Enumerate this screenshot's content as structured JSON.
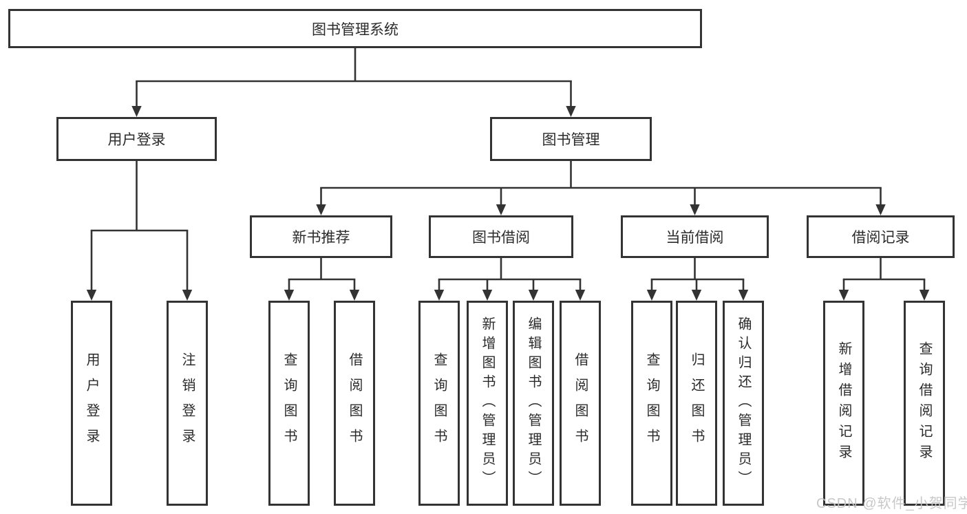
{
  "diagram": {
    "root": {
      "label": "图书管理系统"
    },
    "level2": [
      {
        "label": "用户登录"
      },
      {
        "label": "图书管理"
      }
    ],
    "level3": [
      {
        "label": "新书推荐"
      },
      {
        "label": "图书借阅"
      },
      {
        "label": "当前借阅"
      },
      {
        "label": "借阅记录"
      }
    ],
    "leaves": [
      {
        "label": "用户登录"
      },
      {
        "label": "注销登录"
      },
      {
        "label": "查询图书"
      },
      {
        "label": "借阅图书"
      },
      {
        "label": "查询图书"
      },
      {
        "label": "新增图书（管理员）"
      },
      {
        "label": "编辑图书（管理员）"
      },
      {
        "label": "借阅图书"
      },
      {
        "label": "查询图书"
      },
      {
        "label": "归还图书"
      },
      {
        "label": "确认归还（管理员）"
      },
      {
        "label": "新增借阅记录"
      },
      {
        "label": "查询借阅记录"
      }
    ],
    "watermark": "CSDN @软件_小贺同学",
    "colors": {
      "line": "#333333",
      "box_border": "#333333",
      "text": "#2b2b2b",
      "watermark": "#c5c5c5",
      "background": "#ffffff"
    }
  }
}
